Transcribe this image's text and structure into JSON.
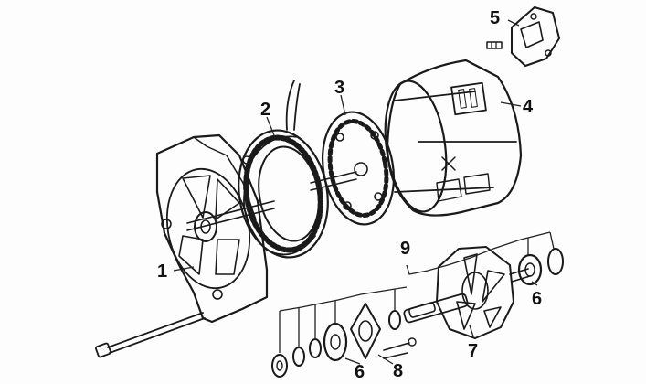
{
  "diagram": {
    "type": "exploded-view",
    "labels": {
      "housing_front": "1",
      "stator": "2",
      "rectifier": "3",
      "housing_rear": "4",
      "regulator": "5",
      "bearing_right": "6",
      "rotor": "7",
      "washer": "8",
      "small_parts_group": "9",
      "bearing_bottom": "6"
    },
    "colors": {
      "ink": "#1a1a1a",
      "background": "#fdfdfd",
      "shade": "#2a2a2a"
    }
  }
}
